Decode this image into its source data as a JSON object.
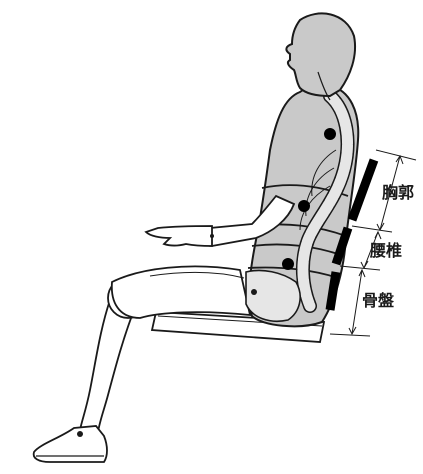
{
  "labels": {
    "thorax": "胸郭",
    "lumbar": "腰椎",
    "pelvis": "骨盤"
  },
  "colors": {
    "outline": "#1a1a1a",
    "torso_fill": "#c9c9c9",
    "spine_fill": "#e6e6e6",
    "limb_fill": "#ffffff",
    "support_bar": "#000000"
  }
}
